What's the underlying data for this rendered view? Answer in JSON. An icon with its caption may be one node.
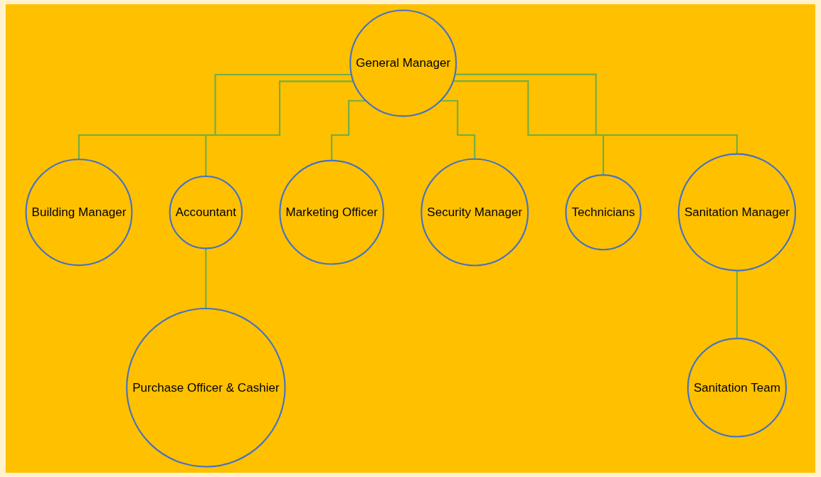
{
  "diagram": {
    "nodes": [
      {
        "text": [
          "General Manager"
        ]
      },
      {
        "text": [
          "Building Manager"
        ]
      },
      {
        "text": [
          "Accountant"
        ]
      },
      {
        "text": [
          "Marketing Officer"
        ]
      },
      {
        "text": [
          "Security Manager"
        ]
      },
      {
        "text": [
          "Technicians"
        ]
      },
      {
        "text": [
          "Sanitation Manager"
        ]
      },
      {
        "text": [
          "Purchase Officer & Cashier"
        ]
      },
      {
        "text": [
          "Sanitation Team"
        ]
      }
    ],
    "edges": [
      {
        "from": 0,
        "to": 1,
        "arrow": "none"
      },
      {
        "from": 0,
        "to": 2,
        "arrow": "none"
      },
      {
        "from": 0,
        "to": 3,
        "arrow": "none"
      },
      {
        "from": 0,
        "to": 4,
        "arrow": "none"
      },
      {
        "from": 0,
        "to": 5,
        "arrow": "none"
      },
      {
        "from": 0,
        "to": 6,
        "arrow": "none"
      },
      {
        "from": 2,
        "to": 7,
        "arrow": "none"
      },
      {
        "from": 6,
        "to": 8,
        "arrow": "none"
      }
    ]
  }
}
